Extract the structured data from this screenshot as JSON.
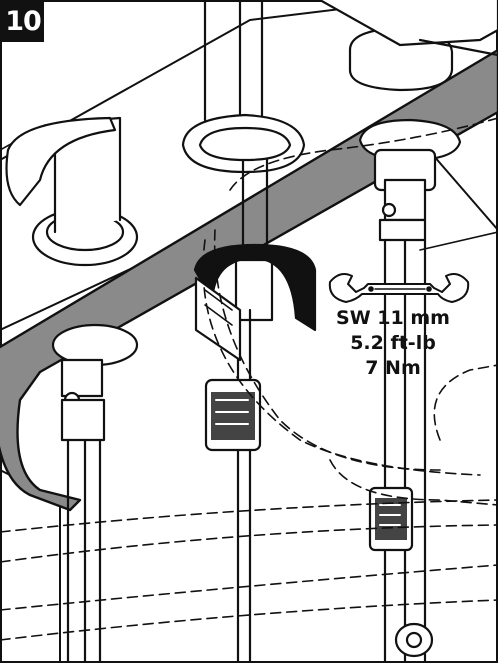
{
  "step": {
    "number": "10"
  },
  "torque_spec": {
    "tool": "wrench-icon",
    "size": "SW 11 mm",
    "torque_imperial": "5.2 ft-lb",
    "torque_metric": "7 Nm"
  },
  "colors": {
    "line": "#111111",
    "shade": "#8a8a8a",
    "background": "#ffffff"
  }
}
